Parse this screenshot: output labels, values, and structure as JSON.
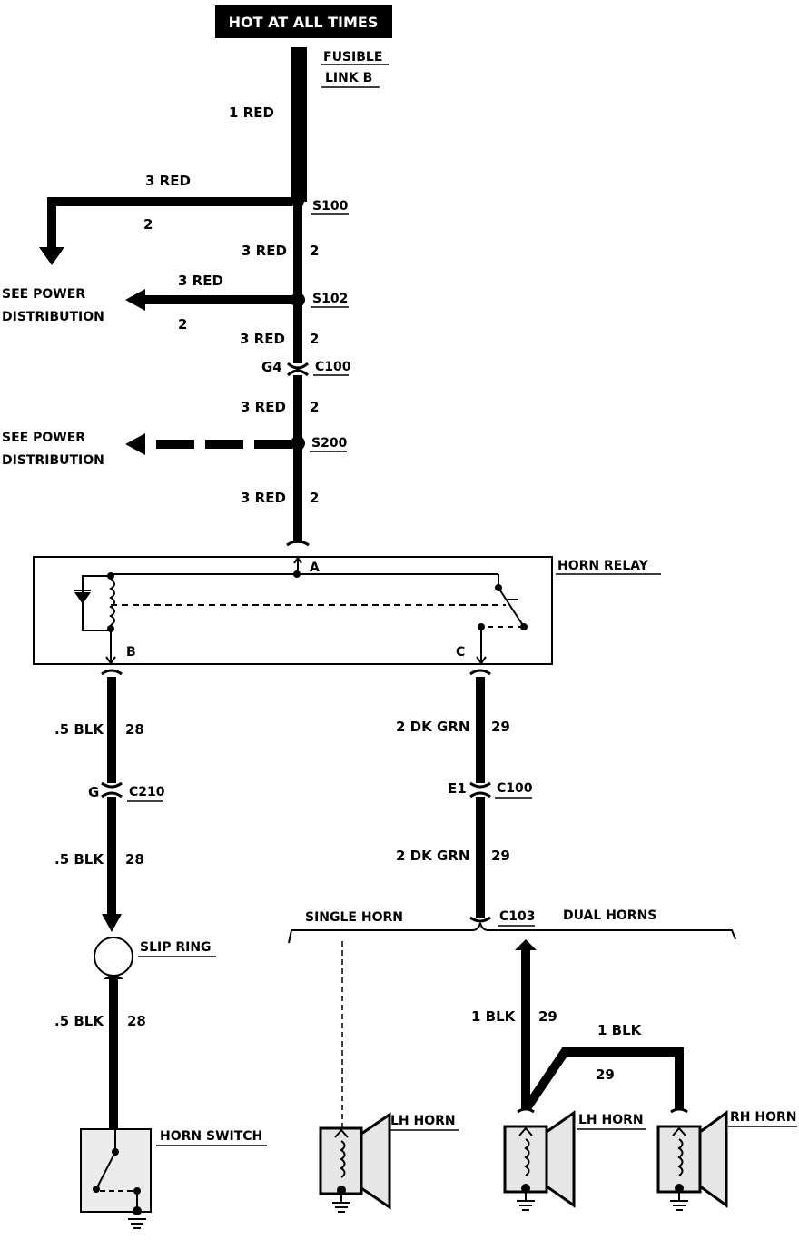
{
  "header": "HOT AT ALL TIMES",
  "fusible_link": {
    "line1": "FUSIBLE",
    "line2": "LINK B"
  },
  "wires": {
    "w_1red": {
      "size_color": "1 RED"
    },
    "w_branch_s100": {
      "size_color": "3 RED",
      "circuit": "2"
    },
    "w_s100_s102": {
      "size_color": "3 RED",
      "circuit": "2"
    },
    "w_branch_s102": {
      "size_color": "3 RED",
      "circuit": "2"
    },
    "w_s102_c100": {
      "size_color": "3 RED",
      "circuit": "2"
    },
    "w_c100_s200": {
      "size_color": "3 RED",
      "circuit": "2"
    },
    "w_s200_relay": {
      "size_color": "3 RED",
      "circuit": "2"
    },
    "w_relayb_c210": {
      "size_color": ".5 BLK",
      "circuit": "28"
    },
    "w_c210_slip": {
      "size_color": ".5 BLK",
      "circuit": "28"
    },
    "w_slip_switch": {
      "size_color": ".5 BLK",
      "circuit": "28"
    },
    "w_relayc_c100": {
      "size_color": "2 DK GRN",
      "circuit": "29"
    },
    "w_c100_c103": {
      "size_color": "2 DK GRN",
      "circuit": "29"
    },
    "w_c103_lh": {
      "size_color": "1 BLK",
      "circuit": "29"
    },
    "w_rh": {
      "size_color": "1 BLK",
      "circuit": "29"
    }
  },
  "splices": {
    "s100": "S100",
    "s102": "S102",
    "s200": "S200"
  },
  "connectors": {
    "c100_top": {
      "pin": "G4",
      "name": "C100"
    },
    "c210": {
      "pin": "G",
      "name": "C210"
    },
    "c100_bottom": {
      "pin": "E1",
      "name": "C100"
    },
    "c103": {
      "name": "C103"
    }
  },
  "see_power_distribution": {
    "line1": "SEE POWER",
    "line2": "DISTRIBUTION"
  },
  "relay": {
    "name": "HORN RELAY",
    "pin_a": "A",
    "pin_b": "B",
    "pin_c": "C"
  },
  "slip_ring": "SLIP RING",
  "horn_switch": "HORN SWITCH",
  "options": {
    "single": "SINGLE HORN",
    "dual": "DUAL HORNS"
  },
  "horns": {
    "single_lh": "LH HORN",
    "dual_lh": "LH HORN",
    "dual_rh": "RH HORN"
  }
}
